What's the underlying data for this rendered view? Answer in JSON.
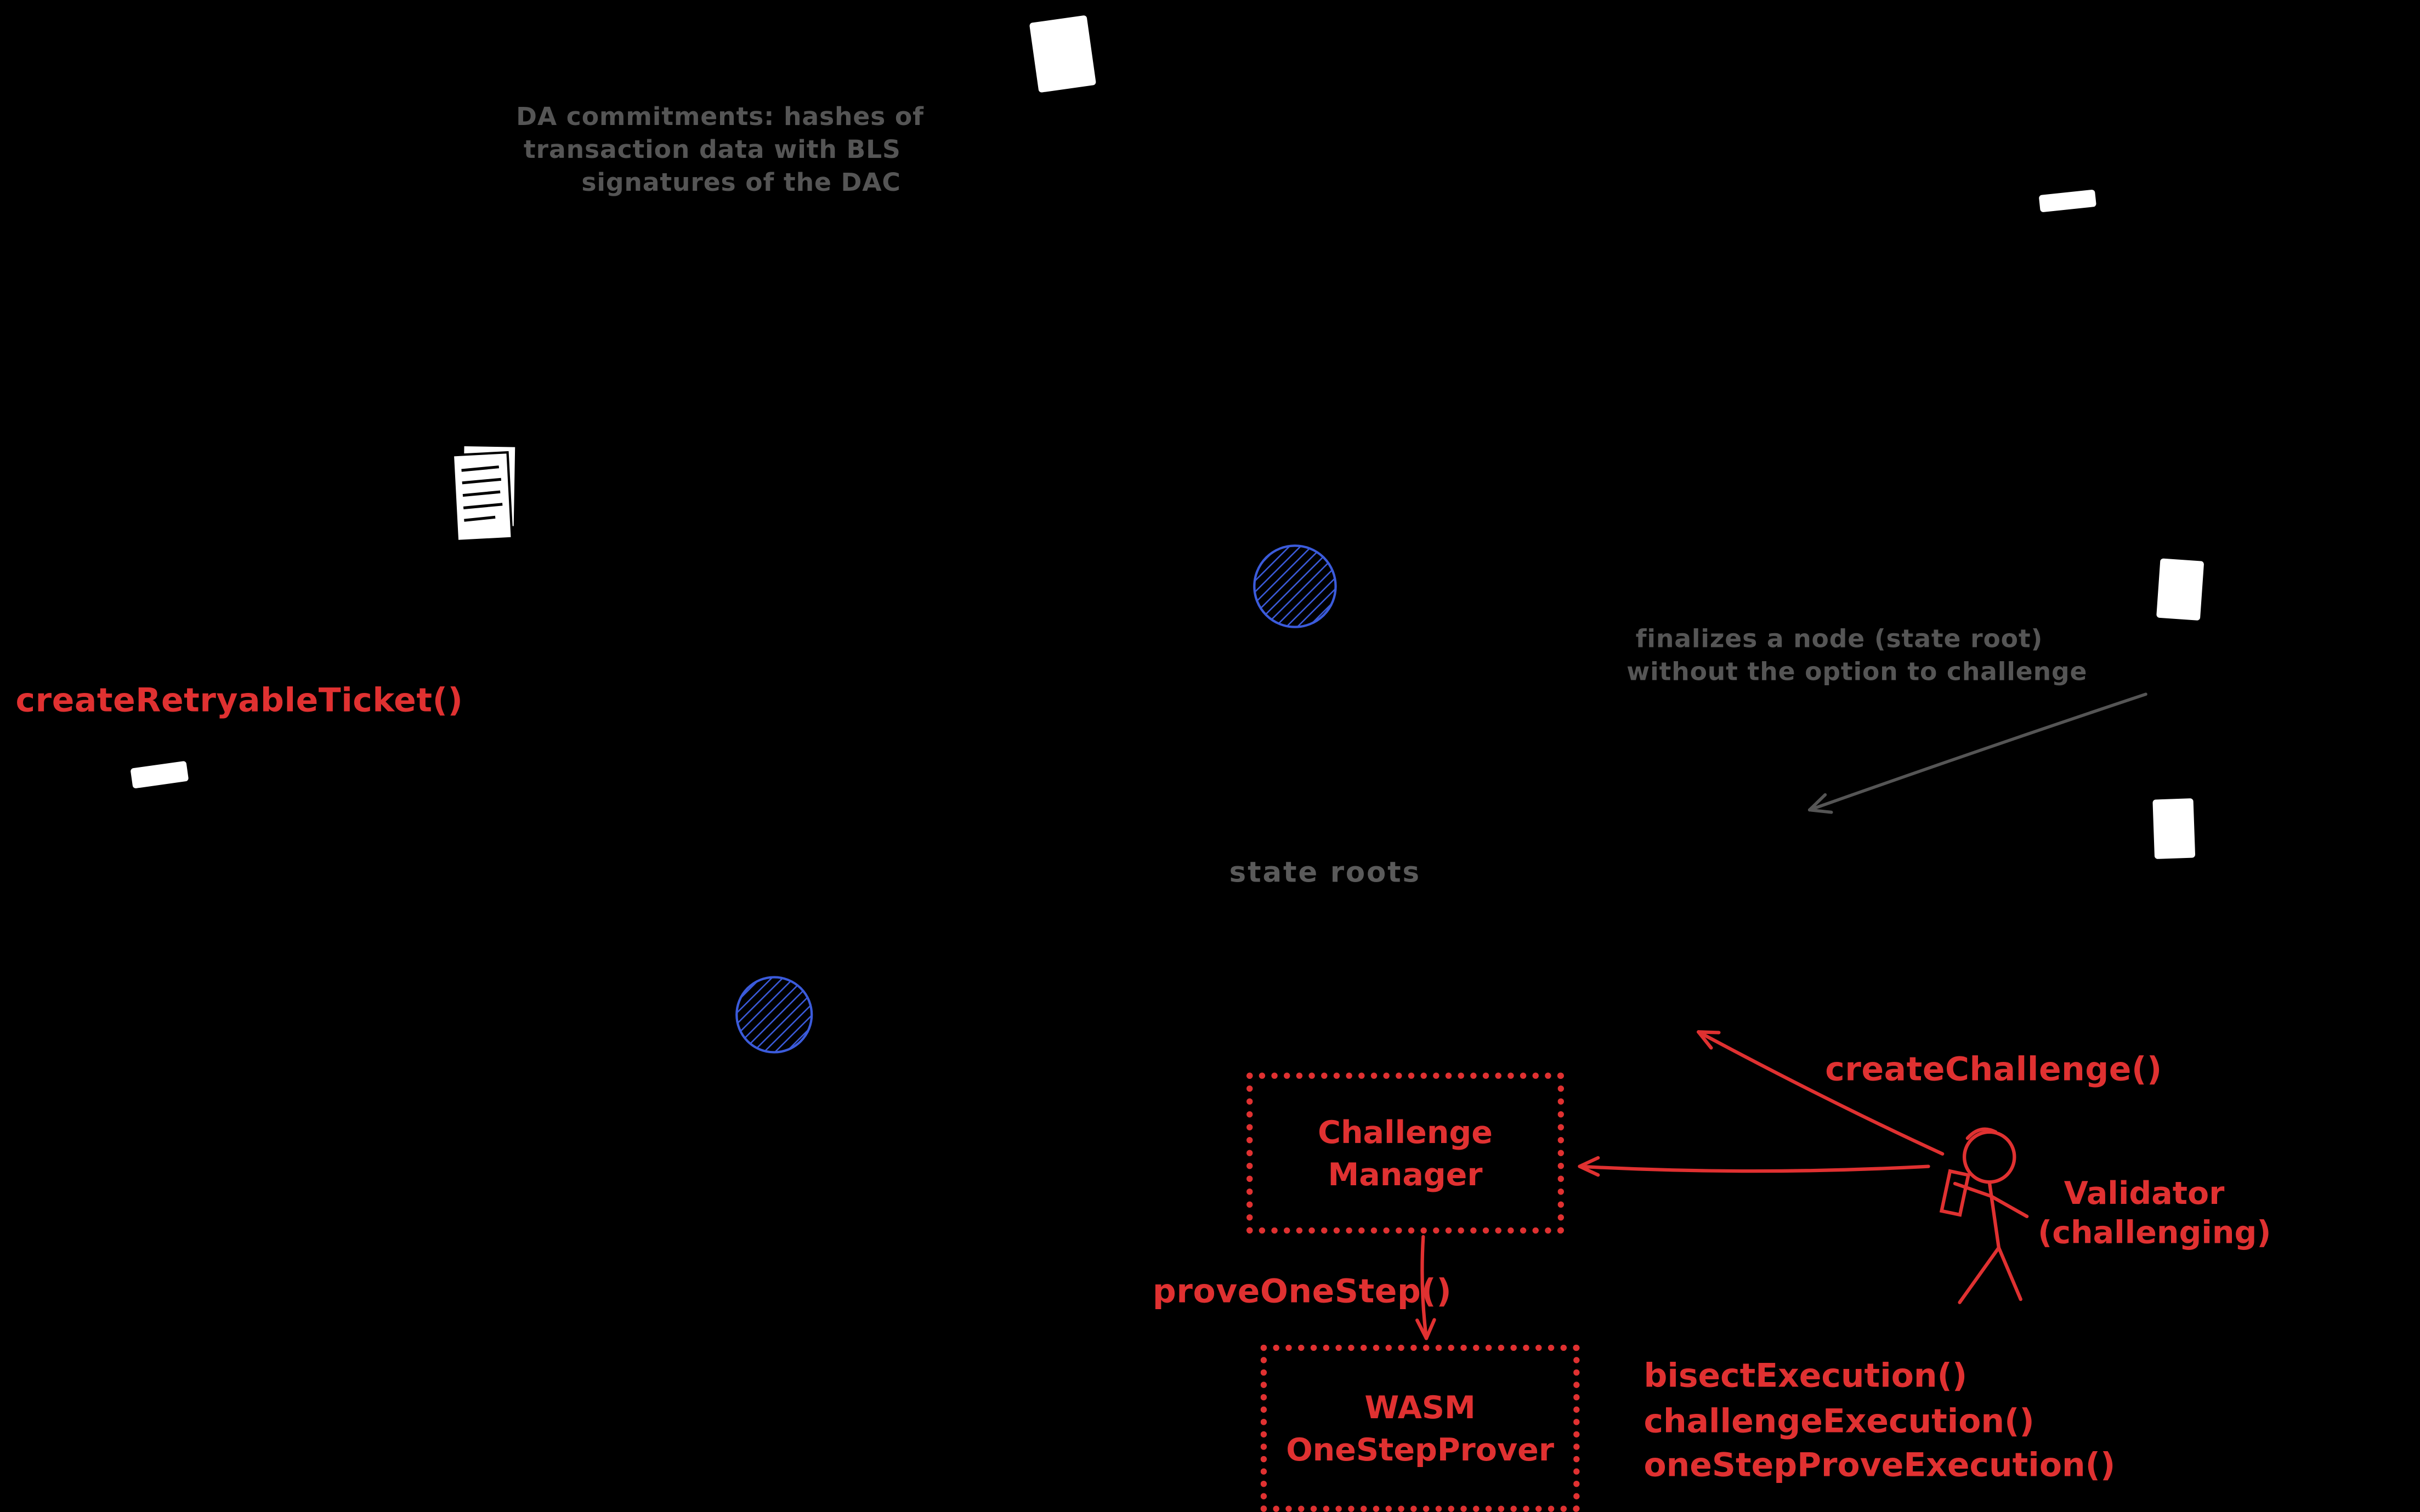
{
  "colors": {
    "background": "#000000",
    "red": "#e03131",
    "gray": "#555555",
    "blue": "#3b5bdb",
    "white": "#ffffff"
  },
  "annotations": {
    "da_commitments": {
      "line1": "DA commitments: hashes of",
      "line2": "transaction data with BLS",
      "line3": "signatures of the DAC"
    },
    "finalize": {
      "line1": "finalizes a node (state root)",
      "line2": "without the option to challenge"
    },
    "state_roots": "state roots"
  },
  "calls": {
    "create_retryable_ticket": "createRetryableTicket()",
    "create_challenge": "createChallenge()",
    "prove_one_step": "proveOneStep()",
    "bisect_execution": "bisectExecution()",
    "challenge_execution": "challengeExecution()",
    "one_step_prove_execution": "oneStepProveExecution()"
  },
  "nodes": {
    "challenge_manager": {
      "line1": "Challenge",
      "line2": "Manager"
    },
    "wasm_prover": {
      "line1": "WASM",
      "line2": "OneStepProver"
    },
    "validator": {
      "line1": "Validator",
      "line2": "(challenging)"
    }
  },
  "icons": {
    "document_stack": "document-stack-icon",
    "hatched_circle_top": "hatched-circle-icon",
    "hatched_circle_left": "hatched-circle-icon",
    "validator_figure": "stick-figure-icon"
  }
}
